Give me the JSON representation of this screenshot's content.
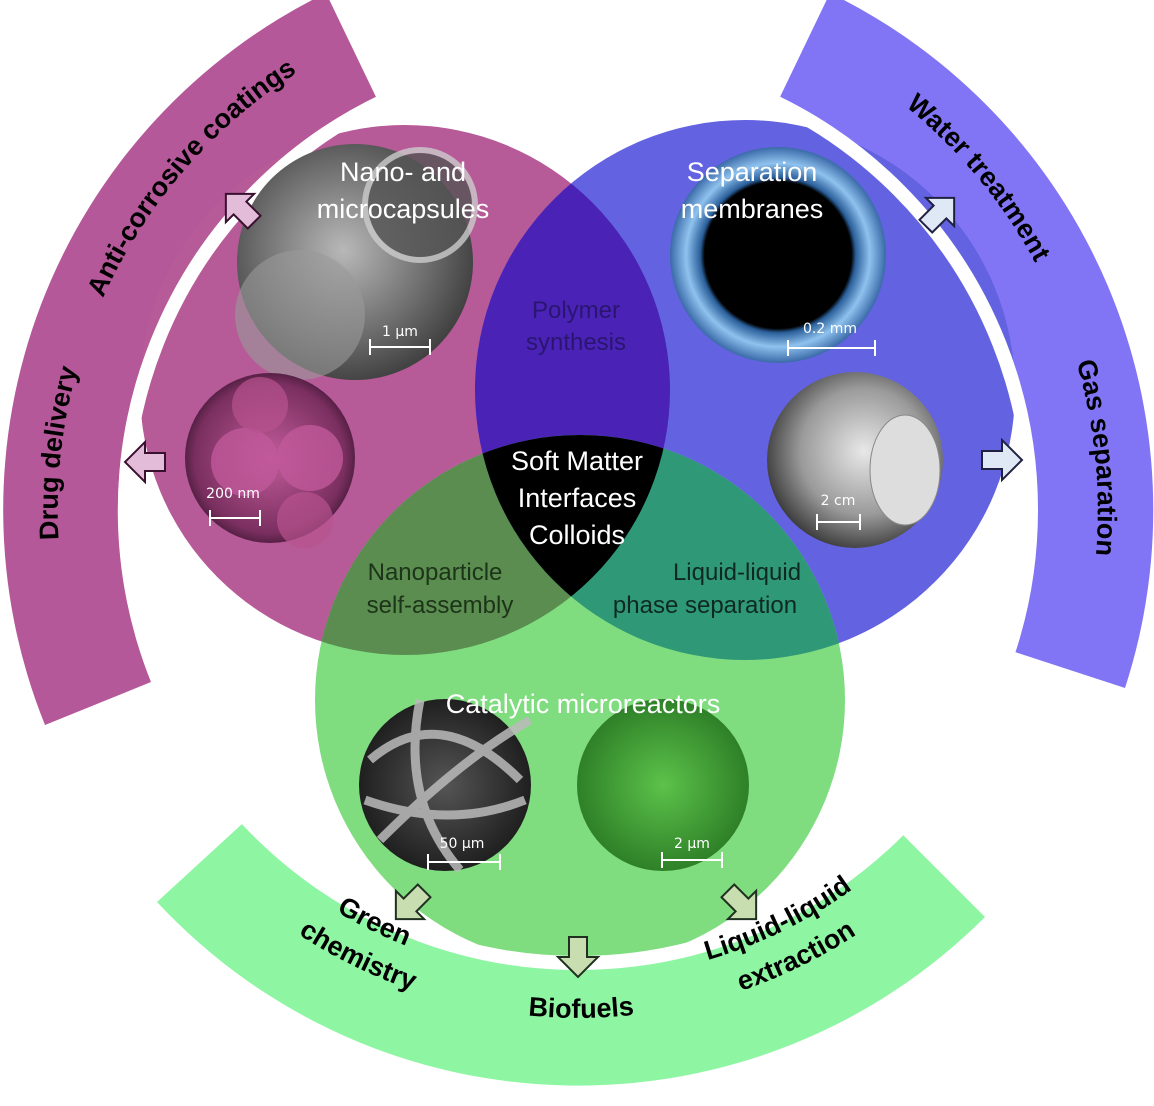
{
  "colors": {
    "pink_band": "#b5589a",
    "blue_band": "#8275f5",
    "green_band": "#8ef5a2",
    "pink_circle": "#b65a98",
    "blue_circle": "#6363e2",
    "green_circle": "#7fdc7f",
    "pink_blue": "#4a22b5",
    "pink_green": "#5b8c50",
    "blue_green": "#2f9877",
    "center": "#000000"
  },
  "bands": {
    "pink": {
      "labels": [
        "Drug delivery",
        "Anti-corrosive coatings"
      ]
    },
    "blue": {
      "labels": [
        "Water treatment",
        "Gas separation"
      ]
    },
    "green": {
      "labels": [
        [
          "Green",
          "chemistry"
        ],
        [
          "Biofuels"
        ],
        [
          "Liquid-liquid",
          "extraction"
        ]
      ]
    }
  },
  "circles": {
    "pink": {
      "title": [
        "Nano- and",
        "microcapsules"
      ],
      "scale_bars": [
        "1 µm",
        "200 nm"
      ]
    },
    "blue": {
      "title": [
        "Separation",
        "membranes"
      ],
      "scale_bars": [
        "0.2 mm",
        "2 cm"
      ]
    },
    "green": {
      "title": "Catalytic microreactors",
      "scale_bars": [
        "50 µm",
        "2 µm"
      ]
    }
  },
  "overlaps": {
    "pink_blue": [
      "Polymer",
      "synthesis"
    ],
    "pink_green": [
      "Nanoparticle",
      "self-assembly"
    ],
    "blue_green": [
      "Liquid-liquid",
      "phase separation"
    ],
    "center": [
      "Soft Matter",
      "Interfaces",
      "Colloids"
    ]
  }
}
